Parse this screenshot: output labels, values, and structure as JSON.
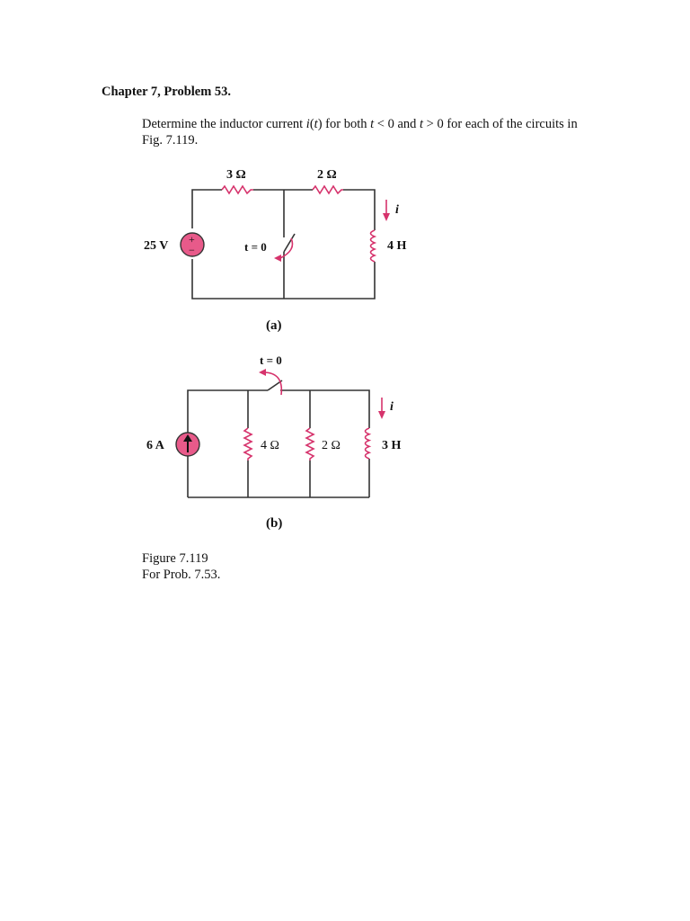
{
  "heading": "Chapter 7, Problem 53.",
  "problem": {
    "part1": "Determine the inductor current ",
    "func_i": "i",
    "paren_open": "(",
    "func_t": "t",
    "paren_close": ")",
    "part2": " for both ",
    "t1": "t",
    "part3": " < 0 and ",
    "t2": "t",
    "part4": " > 0 for each of the circuits in Fig. 7.119."
  },
  "figure_a": {
    "r1": "3 Ω",
    "r2": "2 Ω",
    "source": "25 V",
    "plus": "+",
    "minus": "−",
    "switch_t": "t",
    "switch_eq": " = 0",
    "current": "i",
    "inductor": "4 H",
    "label": "(a)"
  },
  "figure_b": {
    "switch_t": "t",
    "switch_eq": " = 0",
    "source": "6 A",
    "r1": "4 Ω",
    "r2": "2 Ω",
    "current": "i",
    "inductor": "3 H",
    "label": "(b)"
  },
  "caption": {
    "line1": "Figure 7.119",
    "line2": "For Prob. 7.53."
  },
  "colors": {
    "accent": "#d6336c",
    "source_fill": "#e85a8a",
    "wire": "#333333"
  }
}
